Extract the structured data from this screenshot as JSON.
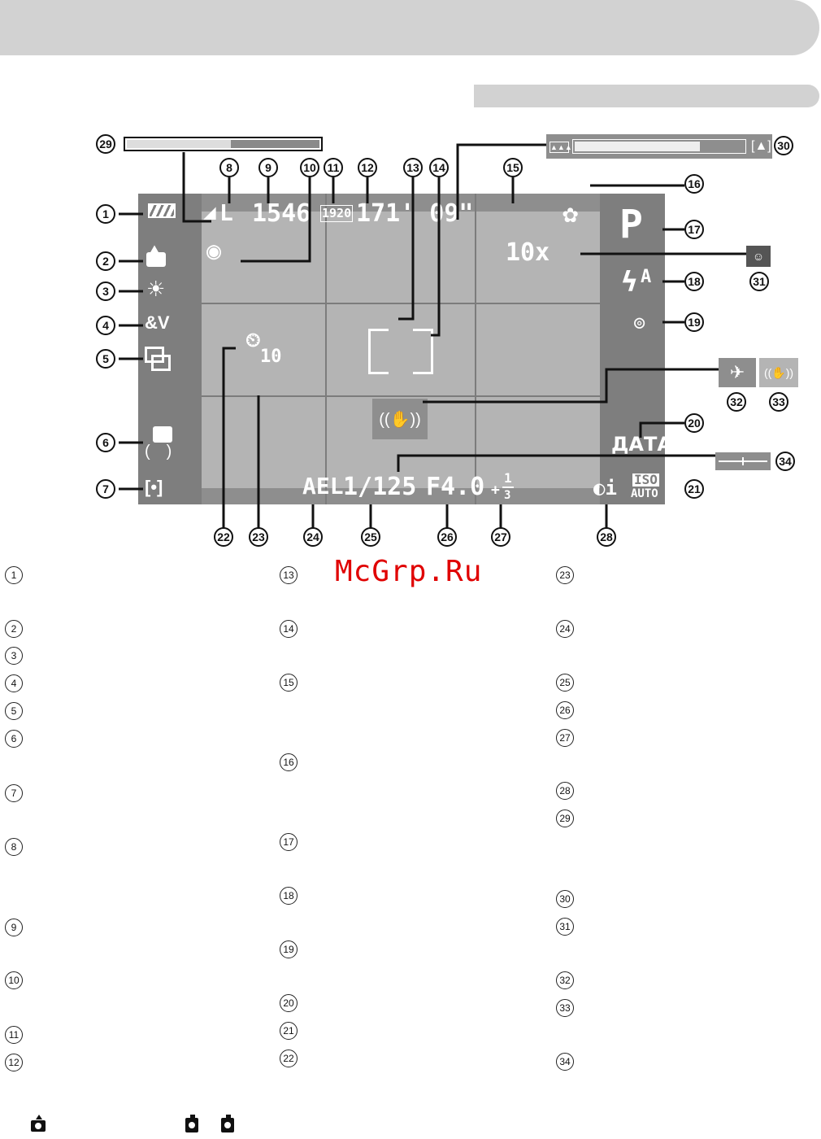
{
  "watermark": "McGrp.Ru",
  "screen": {
    "battery": "battery-icon",
    "shots": "1546",
    "quality": "L",
    "movie_res": "1920",
    "rec_time": "171' 09\"",
    "zoom": "10x",
    "mode": "P",
    "flash": "A",
    "date": "ДАТА",
    "self_timer": "10",
    "ael": "AEL",
    "shutter": "1/125",
    "aperture": "F4.0",
    "exp_plus": "+",
    "exp_num": "1",
    "exp_den": "3",
    "iso_top": "ISO",
    "iso_bottom": "AUTO"
  },
  "callouts": [
    "1",
    "2",
    "3",
    "4",
    "5",
    "6",
    "7",
    "8",
    "9",
    "10",
    "11",
    "12",
    "13",
    "14",
    "15",
    "16",
    "17",
    "18",
    "19",
    "20",
    "21",
    "22",
    "23",
    "24",
    "25",
    "26",
    "27",
    "28",
    "29",
    "30",
    "31",
    "32",
    "33",
    "34"
  ],
  "legend": {
    "col1": [
      "1",
      "2",
      "3",
      "4",
      "5",
      "6",
      "7",
      "8",
      "9",
      "10",
      "11",
      "12"
    ],
    "col2": [
      "13",
      "14",
      "15",
      "16",
      "17",
      "18",
      "19",
      "20",
      "21",
      "22"
    ],
    "col3": [
      "23",
      "24",
      "25",
      "26",
      "27",
      "28",
      "29",
      "30",
      "31",
      "32",
      "33",
      "34"
    ]
  },
  "colors": {
    "watermark": "#e00000",
    "header": "#d2d2d2",
    "lcd": "#b4b4b4"
  }
}
